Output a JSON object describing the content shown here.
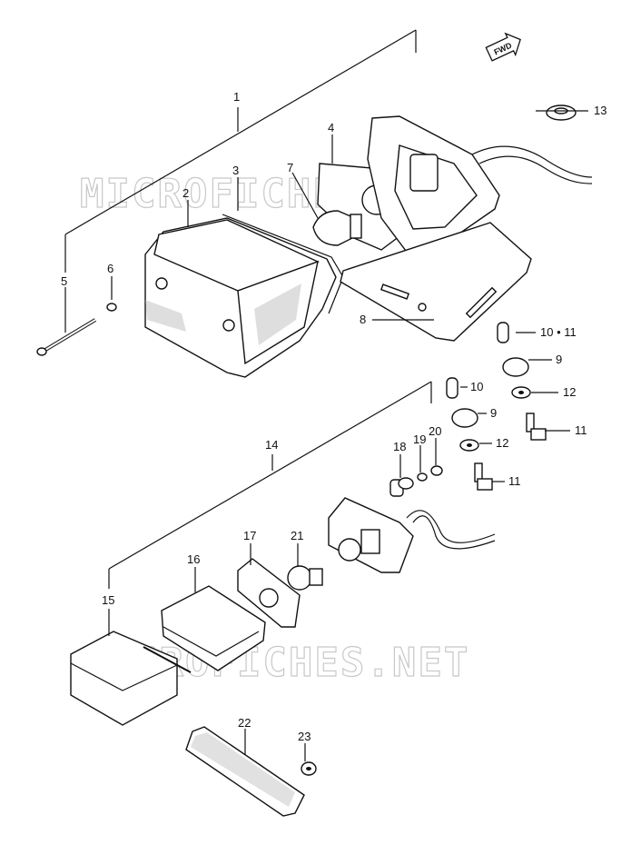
{
  "fwd_label": "FWD",
  "watermark": "MICROFICHES.NET",
  "callouts": {
    "c1": "1",
    "c2": "2",
    "c3": "3",
    "c4": "4",
    "c5": "5",
    "c6": "6",
    "c7": "7",
    "c8": "8",
    "c9a": "9",
    "c9b": "9",
    "c10a": "10 • 11",
    "c10b": "10",
    "c11a": "11",
    "c11b": "11",
    "c12a": "12",
    "c12b": "12",
    "c13": "13",
    "c14": "14",
    "c15": "15",
    "c16": "16",
    "c17": "17",
    "c18": "18",
    "c19": "19",
    "c20": "20",
    "c21": "21",
    "c22": "22",
    "c23": "23"
  }
}
